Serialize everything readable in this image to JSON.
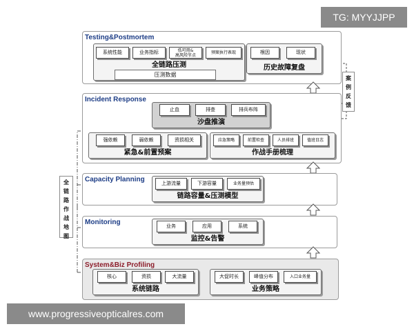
{
  "watermark_top": "TG: MYYJJPP",
  "watermark_bottom": "www.progressiveopticalres.com",
  "left_label": "全链路作战地图",
  "right_label": "案例反馈",
  "testing": {
    "title": "Testing&Postmortem",
    "group1_label": "全链路压测",
    "group1_items": [
      "系统性能",
      "业务指标",
      "低可用&\n高风险节点",
      "预案执行表现"
    ],
    "group1_note": "压测数据",
    "group2_label": "历史故障复盘",
    "group2_items": [
      "根因",
      "现状"
    ]
  },
  "incident": {
    "title": "Incident Response",
    "group_top_label": "沙盘推演",
    "group_top_items": [
      "止血",
      "排查",
      "排兵布阵"
    ],
    "group_left_label": "紧急&前置预案",
    "group_left_items": [
      "强依赖",
      "弱依赖",
      "资损相关"
    ],
    "group_right_label": "作战手册梳理",
    "group_right_items": [
      "应急策略",
      "前置检查",
      "人员排班",
      "值班日志"
    ]
  },
  "capacity": {
    "title": "Capacity Planning",
    "group_label": "链路容量&压测模型",
    "group_items": [
      "上游流量",
      "下游容量",
      "业务量预估"
    ]
  },
  "monitoring": {
    "title": "Monitoring",
    "group_label": "监控&告警",
    "group_items": [
      "业务",
      "应用",
      "系统"
    ]
  },
  "profiling": {
    "title": "System&Biz Profiling",
    "group1_label": "系统链路",
    "group1_items": [
      "核心",
      "资损",
      "大流量"
    ],
    "group2_label": "业务策略",
    "group2_items": [
      "大促时长",
      "峰值分布",
      "入口业务量"
    ]
  }
}
